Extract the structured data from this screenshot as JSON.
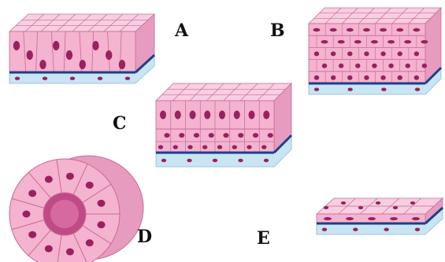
{
  "labels": {
    "a": "A",
    "b": "B",
    "c": "C",
    "d": "D",
    "e": "E"
  },
  "colors": {
    "cell_fill": "#f4b3cf",
    "cell_light": "#f8cfe1",
    "cell_dark": "#e79cbf",
    "cell_line": "#c86a96",
    "nucleus": "#9a2060",
    "basement": "#1c3f8a",
    "connective": "#c9e4f2",
    "connective_line": "#8fb9d6",
    "lumen": "#c04a86"
  },
  "tissues": [
    {
      "id": "tissue-a",
      "kind": "columnar block"
    },
    {
      "id": "tissue-b",
      "kind": "stratified block"
    },
    {
      "id": "tissue-c",
      "kind": "layered block"
    },
    {
      "id": "tissue-d",
      "kind": "ring tube"
    },
    {
      "id": "tissue-e",
      "kind": "flat block"
    }
  ]
}
